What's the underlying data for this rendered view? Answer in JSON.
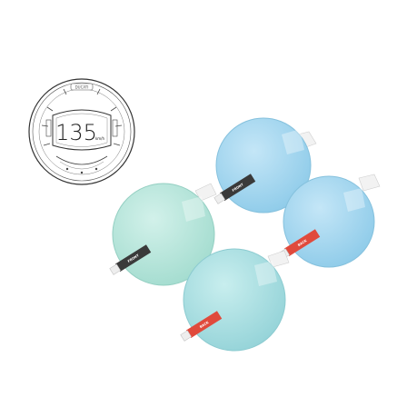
{
  "product": {
    "colors": {
      "background": "#ffffff",
      "film_blue": "#9fd3ee",
      "film_green": "#b7e6dc",
      "film_teal": "#a9dde3",
      "tab_red": "#e04a3c",
      "tab_dark": "#3a3a3a"
    }
  },
  "gauge": {
    "brand": "DUCATI",
    "speed": "135",
    "unit": "km/h"
  },
  "films": [
    {
      "name": "film-blue-top",
      "tab_text": "FRONT"
    },
    {
      "name": "film-green-left",
      "tab_text": "FRONT"
    },
    {
      "name": "film-blue-right",
      "tab_text": "BACK"
    },
    {
      "name": "film-teal-bottom",
      "tab_text": "BACK"
    }
  ]
}
